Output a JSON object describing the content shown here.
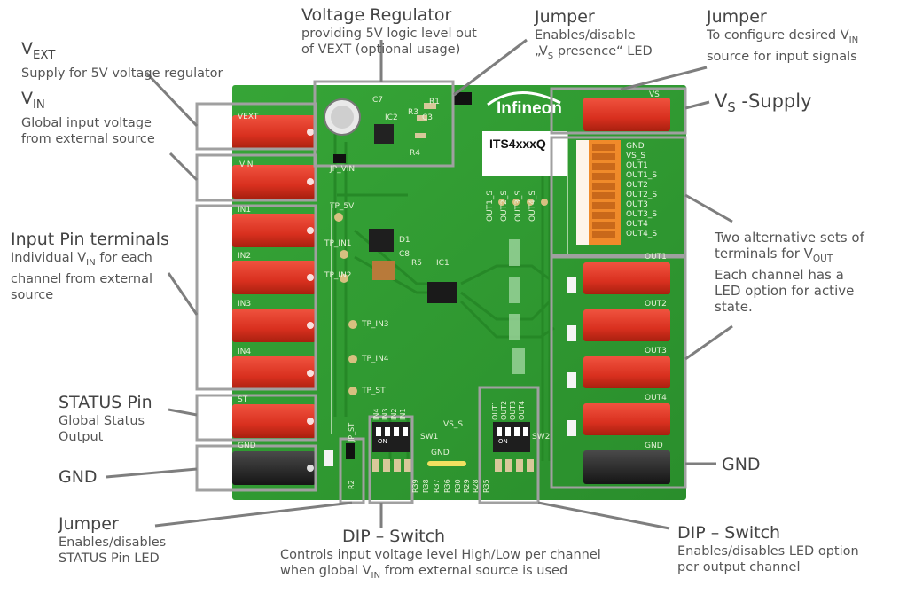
{
  "annotations": {
    "vext": {
      "title_main": "V",
      "title_sub": "EXT",
      "desc": "Supply for 5V voltage regulator"
    },
    "vin": {
      "title_main": "V",
      "title_sub": "IN",
      "desc1": "Global input voltage",
      "desc2": "from external source"
    },
    "input_pins": {
      "title": "Input Pin terminals",
      "desc1_pre": "Individual V",
      "desc1_sub": "IN",
      "desc1_post": " for each",
      "desc2": "channel from external",
      "desc3": "source"
    },
    "status_pin": {
      "title": "STATUS Pin",
      "desc1": "Global Status",
      "desc2": "Output"
    },
    "gnd_left": {
      "title": "GND"
    },
    "jumper_status": {
      "title": "Jumper",
      "desc1": "Enables/disables",
      "desc2": "STATUS Pin LED"
    },
    "voltage_regulator": {
      "title": "Voltage Regulator",
      "desc1": "providing 5V logic level out",
      "desc2": "of VEXT (optional usage)"
    },
    "jumper_vs": {
      "title": "Jumper",
      "desc1": "Enables/disable",
      "desc2_pre": "„V",
      "desc2_sub": "S",
      "desc2_post": " presence“ LED"
    },
    "jumper_config": {
      "title": "Jumper",
      "desc1_pre": "To configure desired V",
      "desc1_sub": "IN",
      "desc2": "source for input signals"
    },
    "vs_supply": {
      "title_pre": "V",
      "title_sub": "S",
      "title_post": " -Supply"
    },
    "two_sets": {
      "desc1": "Two alternative sets of",
      "desc2_pre": "terminals for V",
      "desc2_sub": "OUT",
      "desc3": "Each channel has a",
      "desc4": "LED option for active",
      "desc5": "state."
    },
    "gnd_right": {
      "title": "GND"
    },
    "dip_input": {
      "title": "DIP – Switch",
      "desc1": "Controls input voltage level High/Low per channel",
      "desc2_pre": "when global V",
      "desc2_sub": "IN",
      "desc2_post": " from external source is used"
    },
    "dip_output": {
      "title": "DIP – Switch",
      "desc1": "Enables/disables LED option",
      "desc2": "per output channel"
    }
  },
  "board": {
    "part_label": "ITS4xxxQ",
    "logo": "Infineon",
    "silk": {
      "vext": "VEXT",
      "vin": "VIN",
      "in1": "IN1",
      "in2": "IN2",
      "in3": "IN3",
      "in4": "IN4",
      "st": "ST",
      "gnd": "GND",
      "vs": "VS",
      "out1": "OUT1",
      "out2": "OUT2",
      "out3": "OUT3",
      "out4": "OUT4",
      "gnd_r": "GND",
      "tp_5v": "TP_5V",
      "tp_in1": "TP_IN1",
      "tp_in2": "TP_IN2",
      "tp_in3": "TP_IN3",
      "tp_in4": "TP_IN4",
      "tp_st": "TP_ST",
      "jp_vin": "JP_VIN",
      "jp_st": "JP_ST",
      "vs_s": "VS_S",
      "gnd_mid": "GND",
      "sw1": "SW1",
      "sw2": "SW2",
      "ic1": "IC1",
      "ic2": "IC2",
      "c7": "C7",
      "r1": "R1",
      "c3": "C3",
      "r3": "R3",
      "r4": "R4",
      "d1": "D1",
      "c8": "C8",
      "r5": "R5",
      "r2": "R2",
      "r39": "R39",
      "r38": "R38",
      "r37": "R37",
      "r36": "R36",
      "r30": "R30",
      "r29": "R29",
      "r28": "R28",
      "r35": "R35",
      "terminal_block": [
        "GND",
        "VS_S",
        "OUT1",
        "OUT1_S",
        "OUT2",
        "OUT2_S",
        "OUT3",
        "OUT3_S",
        "OUT4",
        "OUT4_S"
      ],
      "out_s_vertical": [
        "OUT1_S",
        "OUT2_S",
        "OUT3_S",
        "OUT4_S"
      ],
      "dip1_labels": [
        "IN4",
        "IN3",
        "IN2",
        "IN1"
      ],
      "dip2_labels": [
        "OUT1",
        "OUT2",
        "OUT3",
        "OUT4"
      ],
      "on": "ON"
    }
  },
  "colors": {
    "pcb": "#2f9a2f",
    "pcb_dark": "#237a23",
    "connector_red": "#e53a2a",
    "connector_black": "#2a2a2a",
    "callout_box": "#9a9a9a",
    "annotation_text": "#444444"
  }
}
